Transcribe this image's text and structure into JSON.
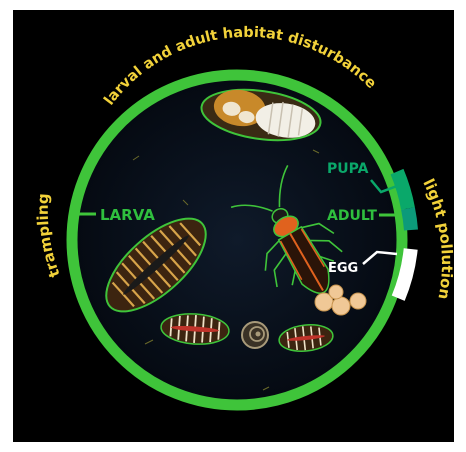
{
  "threats": {
    "top": "larval and adult habitat disturbance",
    "left": "trampling",
    "right": "light pollution"
  },
  "stages": {
    "larva": "LARVA",
    "pupa": "PUPA",
    "adult": "ADULT",
    "egg": "EGG"
  },
  "colors": {
    "ring": "#3fc43a",
    "stage_label": "#2fbf3e",
    "pupa_segment": "#0aa86a",
    "adult_segment": "#0c9a7a",
    "egg_segment": "#ffffff",
    "threat_text": "#f2d23a",
    "background": "#000000"
  },
  "icons": [
    "pupa-icon",
    "adult-firefly-icon",
    "larva-icon",
    "larva-small-icon",
    "snail-icon",
    "eggs-icon"
  ]
}
